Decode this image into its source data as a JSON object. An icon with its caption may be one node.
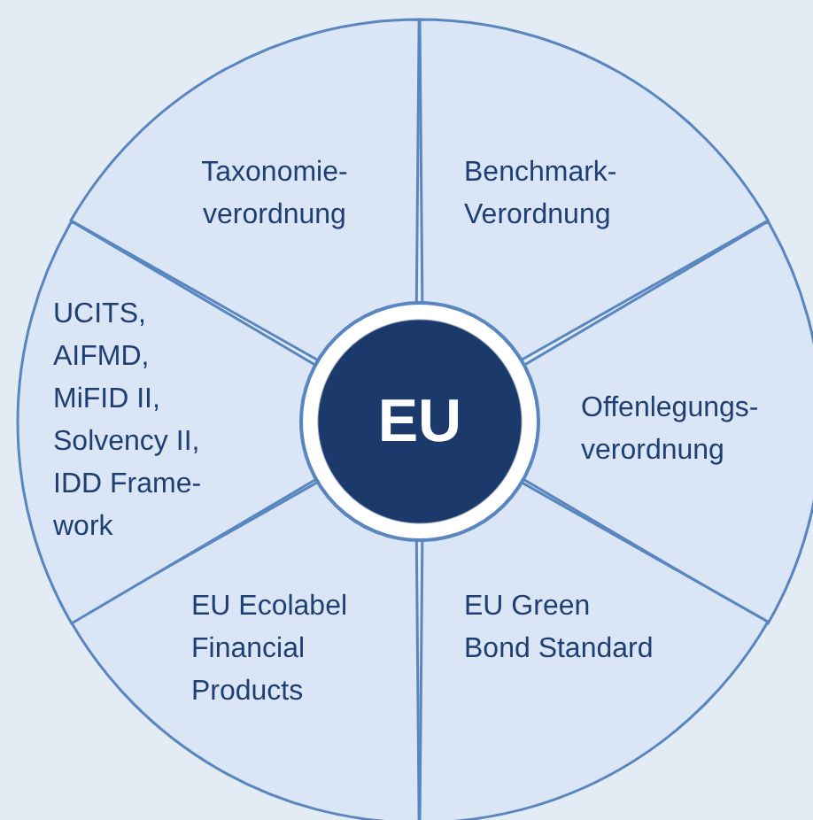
{
  "diagram": {
    "nodes": [
      {
        "text": [
          "EU"
        ]
      },
      {
        "text": [
          "Taxonomie- verordnung"
        ]
      },
      {
        "text": [
          "Benchmark- Verordnung"
        ]
      },
      {
        "text": [
          "Offenlegungs- verordnung"
        ]
      },
      {
        "text": [
          "EU Green Bond Standard"
        ]
      },
      {
        "text": [
          "EU Ecolabel Financial Products"
        ]
      },
      {
        "text": [
          "UCITS, AIFMD, MiFID II, Solvency II, IDD Frame- work"
        ]
      }
    ]
  }
}
